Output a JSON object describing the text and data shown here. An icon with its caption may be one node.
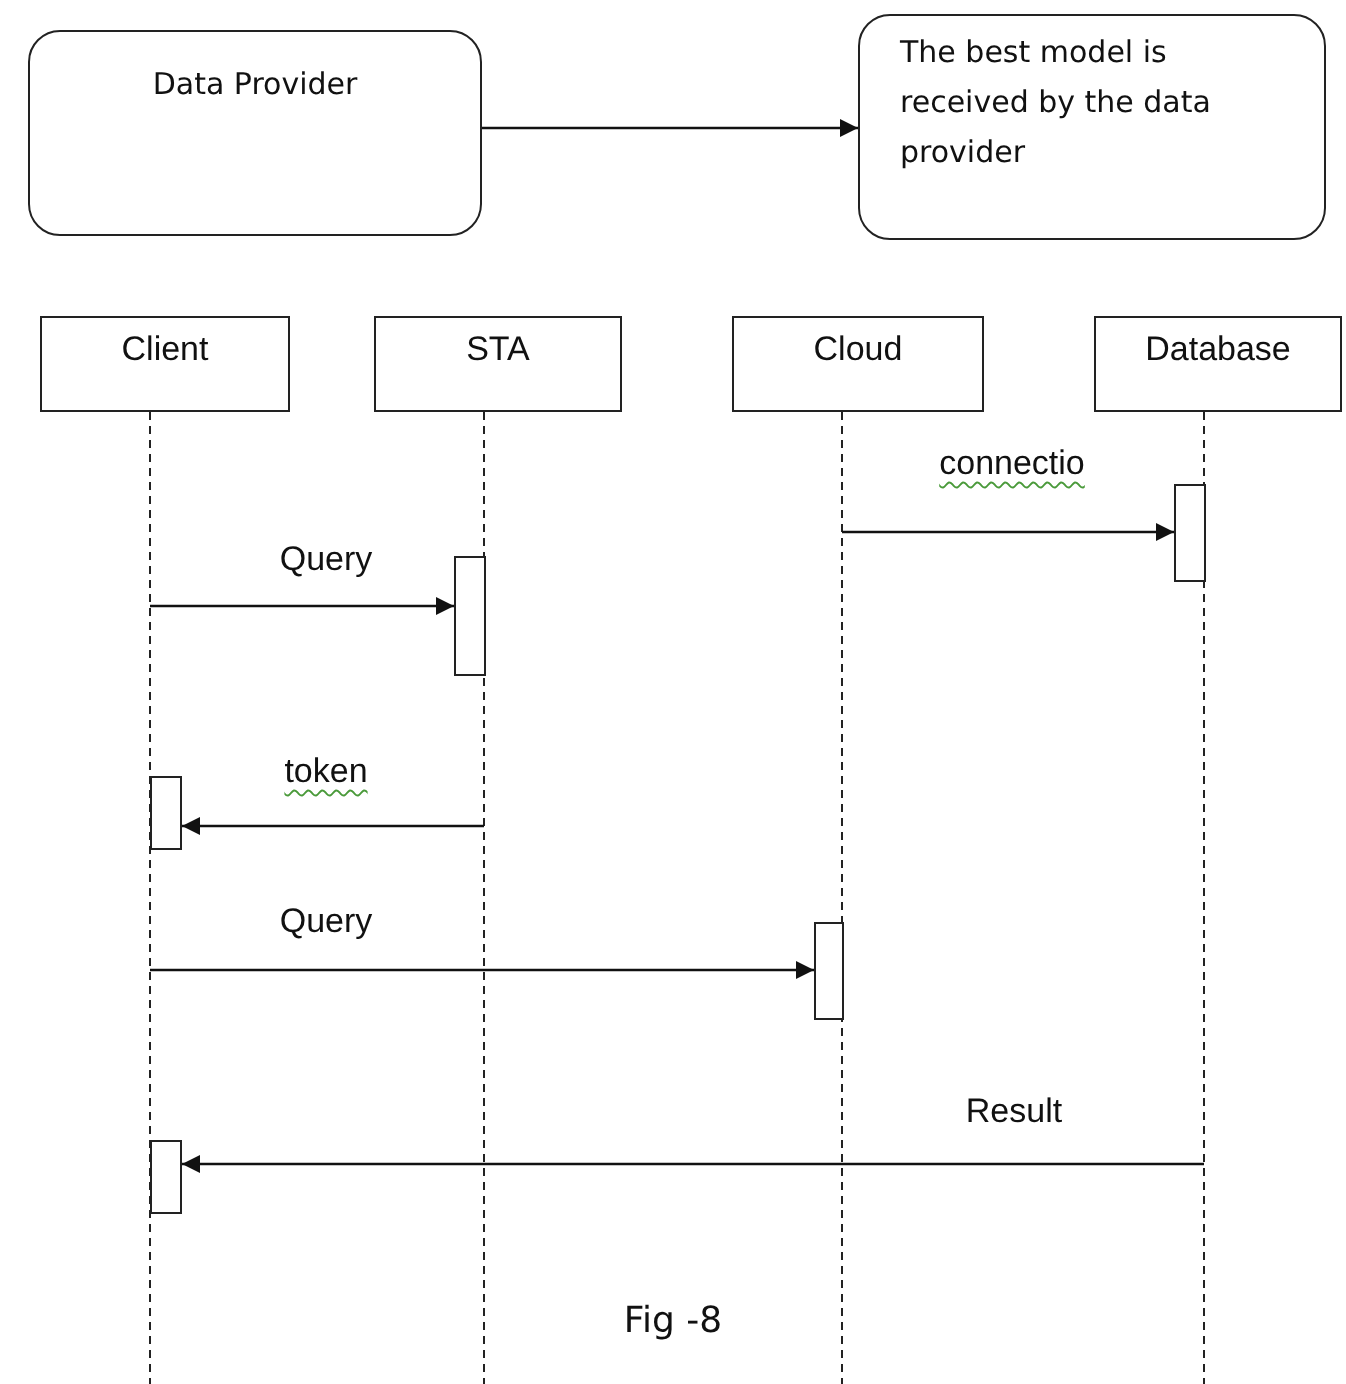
{
  "diagram": {
    "caption": "Fig -8",
    "nodes": [
      {
        "text": [
          "Data Provider"
        ]
      },
      {
        "text": [
          "The best model is received by the data provider"
        ]
      },
      {
        "text": [
          "Client"
        ]
      },
      {
        "text": [
          "STA"
        ]
      },
      {
        "text": [
          "Cloud"
        ]
      },
      {
        "text": [
          "Database"
        ]
      },
      {
        "text": [],
        "shape": "bar"
      },
      {
        "text": [],
        "shape": "bar"
      },
      {
        "text": [],
        "shape": "bar"
      },
      {
        "text": [],
        "shape": "bar"
      },
      {
        "text": [],
        "shape": "bar"
      }
    ],
    "edges": [
      {
        "from": 0,
        "to": 1,
        "arrow": "to"
      },
      {
        "from": null,
        "to": 6,
        "arrow": "to",
        "label": "connectio"
      },
      {
        "from": null,
        "to": 7,
        "arrow": "to",
        "label": "Query"
      },
      {
        "from": null,
        "to": 8,
        "arrow": "to",
        "label": "token"
      },
      {
        "from": null,
        "to": 9,
        "arrow": "to",
        "label": "Query"
      },
      {
        "from": null,
        "to": 10,
        "arrow": "to",
        "label": "Result"
      }
    ]
  }
}
